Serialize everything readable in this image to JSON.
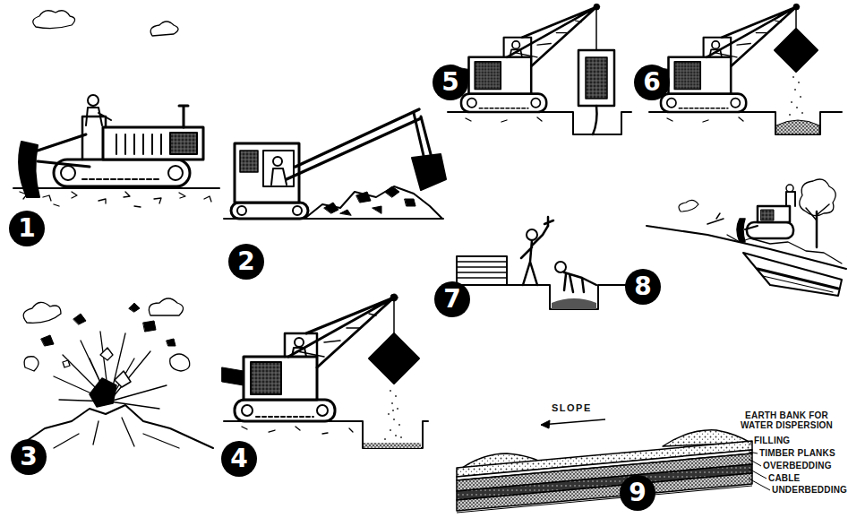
{
  "diagram": {
    "labels": [
      "1",
      "2",
      "3",
      "4",
      "5",
      "6",
      "7",
      "8",
      "9",
      "SLOPE",
      "EARTH BANK FOR WATER DISPERSION",
      "FILLING",
      "TIMBER PLANKS",
      "OVERBEDDING",
      "CABLE",
      "UNDERBEDDING"
    ]
  }
}
